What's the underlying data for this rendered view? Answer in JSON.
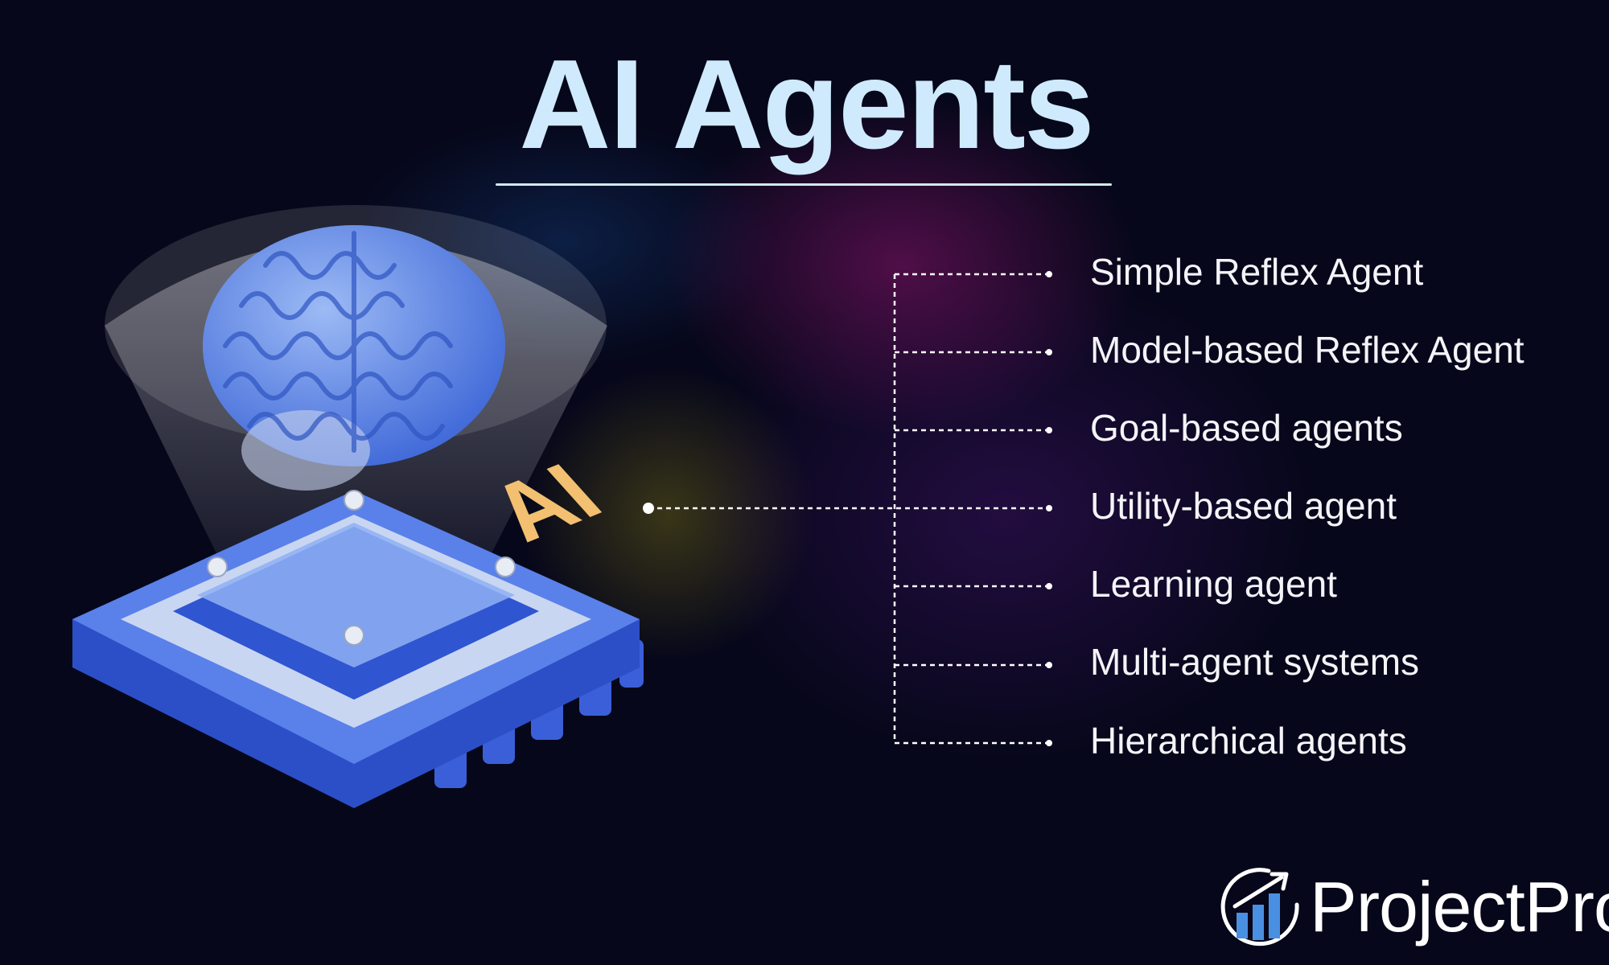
{
  "title": "AI Agents",
  "agent_types": [
    "Simple Reflex Agent",
    "Model-based Reflex Agent",
    "Goal-based agents",
    "Utility-based agent",
    "Learning agent",
    "Multi-agent systems",
    "Hierarchical agents"
  ],
  "chip_label": "AI",
  "brand": "ProjectPro",
  "colors": {
    "title": "#cfeafc",
    "chip": "#3d63e0",
    "brain": "#6b93ea",
    "chip_label": "#f2c070",
    "logo_bars": "#4a90e2"
  }
}
